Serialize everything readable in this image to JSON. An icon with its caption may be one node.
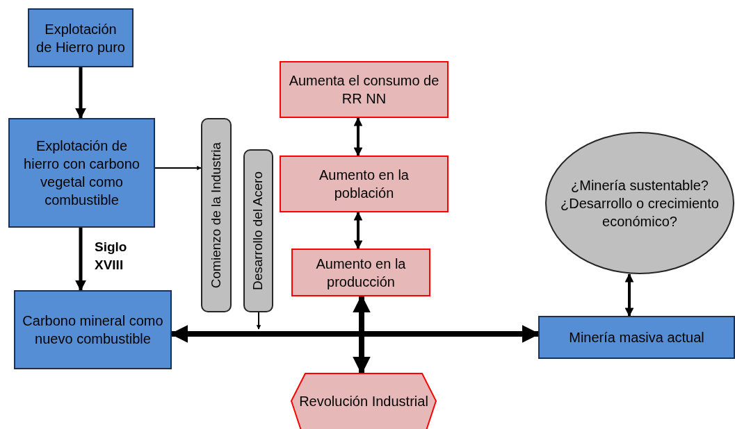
{
  "diagram": {
    "nodes": [
      {
        "text": [
          "Explotación de Hierro puro"
        ]
      },
      {
        "text": [
          "Explotación de hierro con carbono vegetal como combustible"
        ]
      },
      {
        "text": [
          "Carbono mineral como nuevo combustible"
        ]
      },
      {
        "text": [
          "Comienzo de la Industria"
        ]
      },
      {
        "text": [
          "Desarrollo del Acero"
        ]
      },
      {
        "text": [
          "Aumenta el consumo de RR NN"
        ]
      },
      {
        "text": [
          "Aumento en la población"
        ]
      },
      {
        "text": [
          "Aumento en la producción"
        ]
      },
      {
        "text": [
          "Revolución Industrial"
        ]
      },
      {
        "text": [
          "Minería masiva actual"
        ]
      },
      {
        "text": [
          "¿Minería sustentable? ¿Desarrollo o crecimiento económico?"
        ]
      }
    ],
    "edges": [
      {
        "from": 0,
        "to": 1,
        "arrow": "to"
      },
      {
        "from": 1,
        "to": 2,
        "arrow": "to",
        "label": "Siglo XVIII"
      },
      {
        "from": 1,
        "to": 3,
        "arrow": "to"
      },
      {
        "from": 2,
        "to": 9,
        "arrow": "both",
        "style": "thick"
      },
      {
        "from": 4,
        "to": null,
        "arrow": "to"
      },
      {
        "from": 5,
        "to": 6,
        "arrow": "both"
      },
      {
        "from": 6,
        "to": 7,
        "arrow": "both"
      },
      {
        "from": 7,
        "to": 8,
        "arrow": "both",
        "style": "thick"
      },
      {
        "from": 10,
        "to": 9,
        "arrow": "both"
      }
    ]
  }
}
